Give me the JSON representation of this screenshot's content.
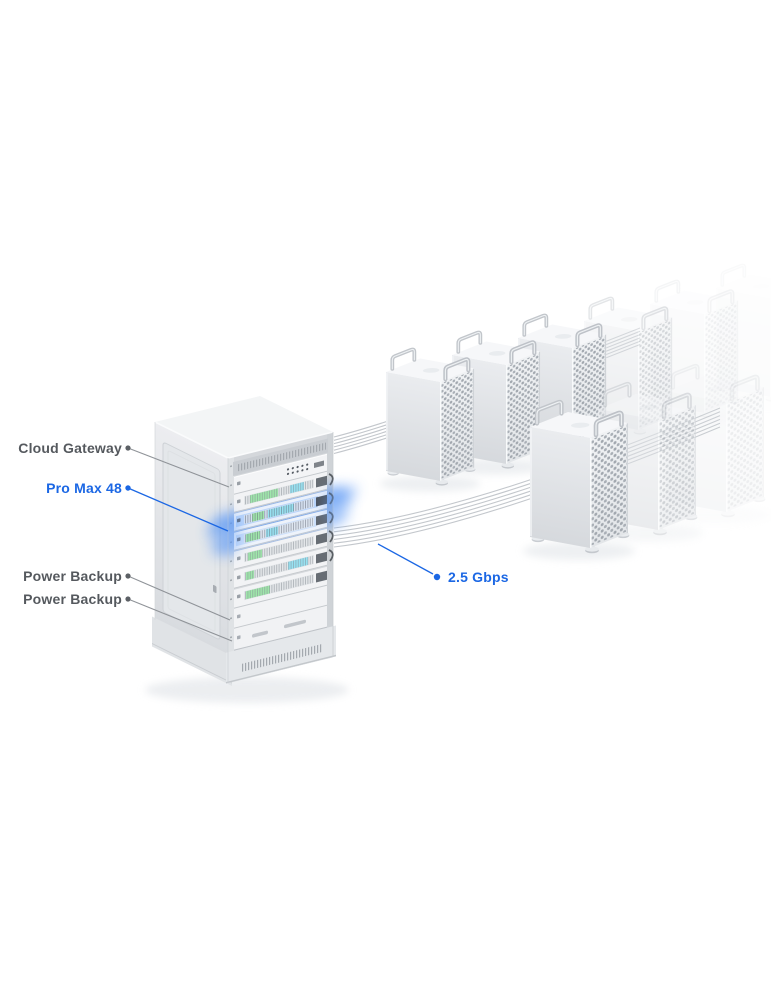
{
  "callouts": {
    "cloud_gateway": {
      "label": "Cloud Gateway"
    },
    "pro_max_48": {
      "label": "Pro Max 48"
    },
    "power_backup_1": {
      "label": "Power Backup"
    },
    "power_backup_2": {
      "label": "Power Backup"
    },
    "link_speed": {
      "label": "2.5 Gbps"
    }
  },
  "colors": {
    "accent_blue": "#1b67e4",
    "label_gray": "#55595e",
    "leader_gray": "#8f9398",
    "cable_gray": "#c3c7cc",
    "glow_blue": "#4e8ef3",
    "port_green": "#9fe7ab",
    "port_cyan": "#97e2f2"
  }
}
